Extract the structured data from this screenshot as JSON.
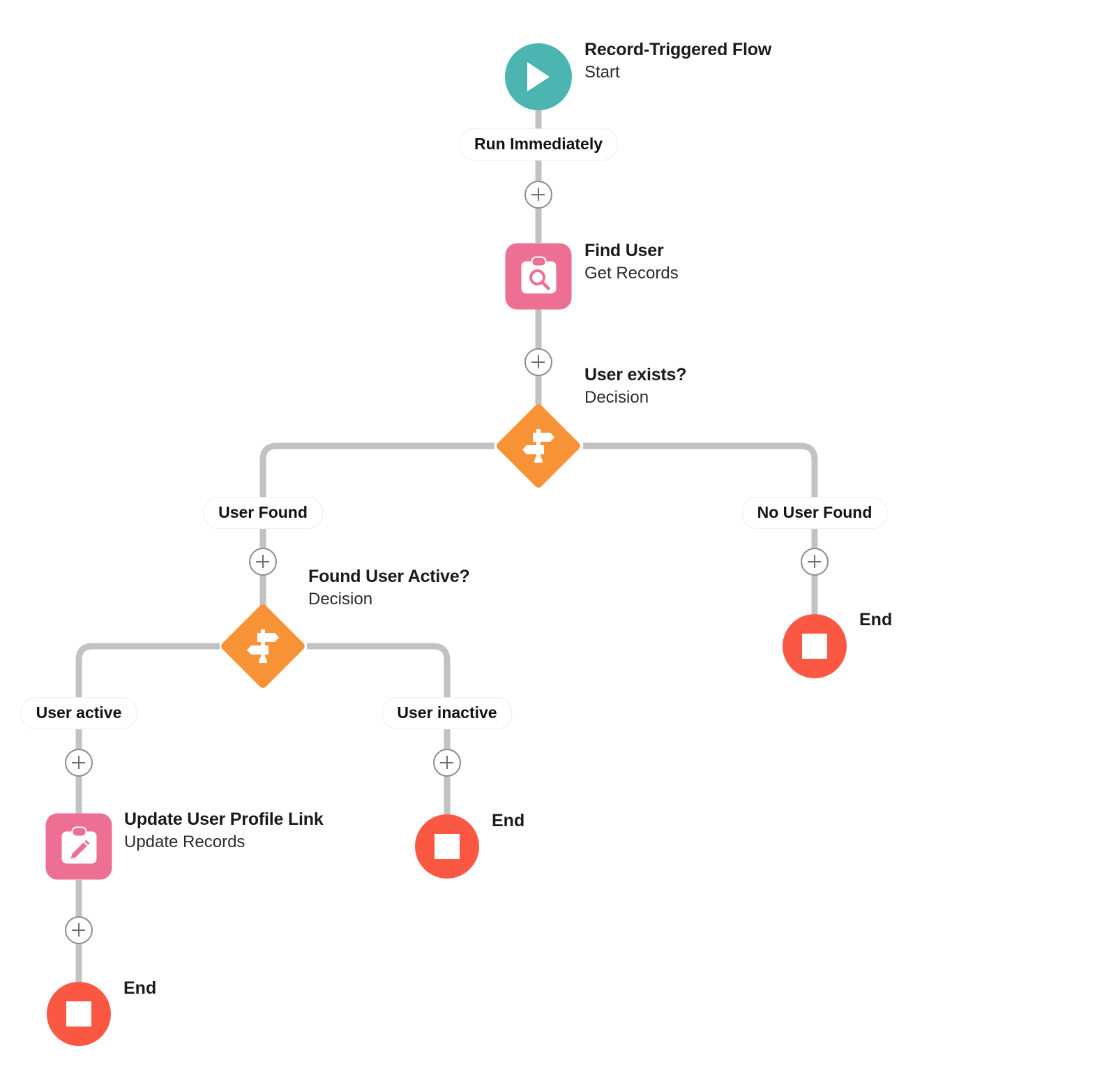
{
  "canvas": {
    "title": "Flow Builder Canvas",
    "background": "#ffffff",
    "connector_color": "#c2c2c2"
  },
  "palette": {
    "start_teal": "#4cb5b2",
    "element_pink": "#ed6f93",
    "decision_orange": "#f89237",
    "end_red": "#fb5844",
    "connector_gray": "#c2c2c2",
    "text_dark": "#1b1b1b"
  },
  "nodes": {
    "start": {
      "title": "Record-Triggered Flow",
      "subtitle": "Start",
      "icon": "play-icon"
    },
    "find_user": {
      "title": "Find User",
      "subtitle": "Get Records",
      "icon": "clipboard-search-icon"
    },
    "user_exists_decision": {
      "title": "User exists?",
      "subtitle": "Decision",
      "icon": "signpost-icon"
    },
    "found_user_active_decision": {
      "title": "Found User Active?",
      "subtitle": "Decision",
      "icon": "signpost-icon"
    },
    "update_user_profile_link": {
      "title": "Update User Profile Link",
      "subtitle": "Update Records",
      "icon": "clipboard-pencil-icon"
    },
    "end_no_user_found": {
      "label": "End",
      "icon": "stop-square-icon"
    },
    "end_user_inactive": {
      "label": "End",
      "icon": "stop-square-icon"
    },
    "end_user_active": {
      "label": "End",
      "icon": "stop-square-icon"
    }
  },
  "connector_labels": {
    "run_immediately": "Run Immediately",
    "user_found": "User Found",
    "no_user_found": "No User Found",
    "user_active": "User active",
    "user_inactive": "User inactive"
  },
  "add_buttons": {
    "after_start": "+",
    "after_find_user": "+",
    "user_found_branch": "+",
    "no_user_found_branch": "+",
    "user_active_branch": "+",
    "user_inactive_branch": "+",
    "after_update_records": "+"
  }
}
